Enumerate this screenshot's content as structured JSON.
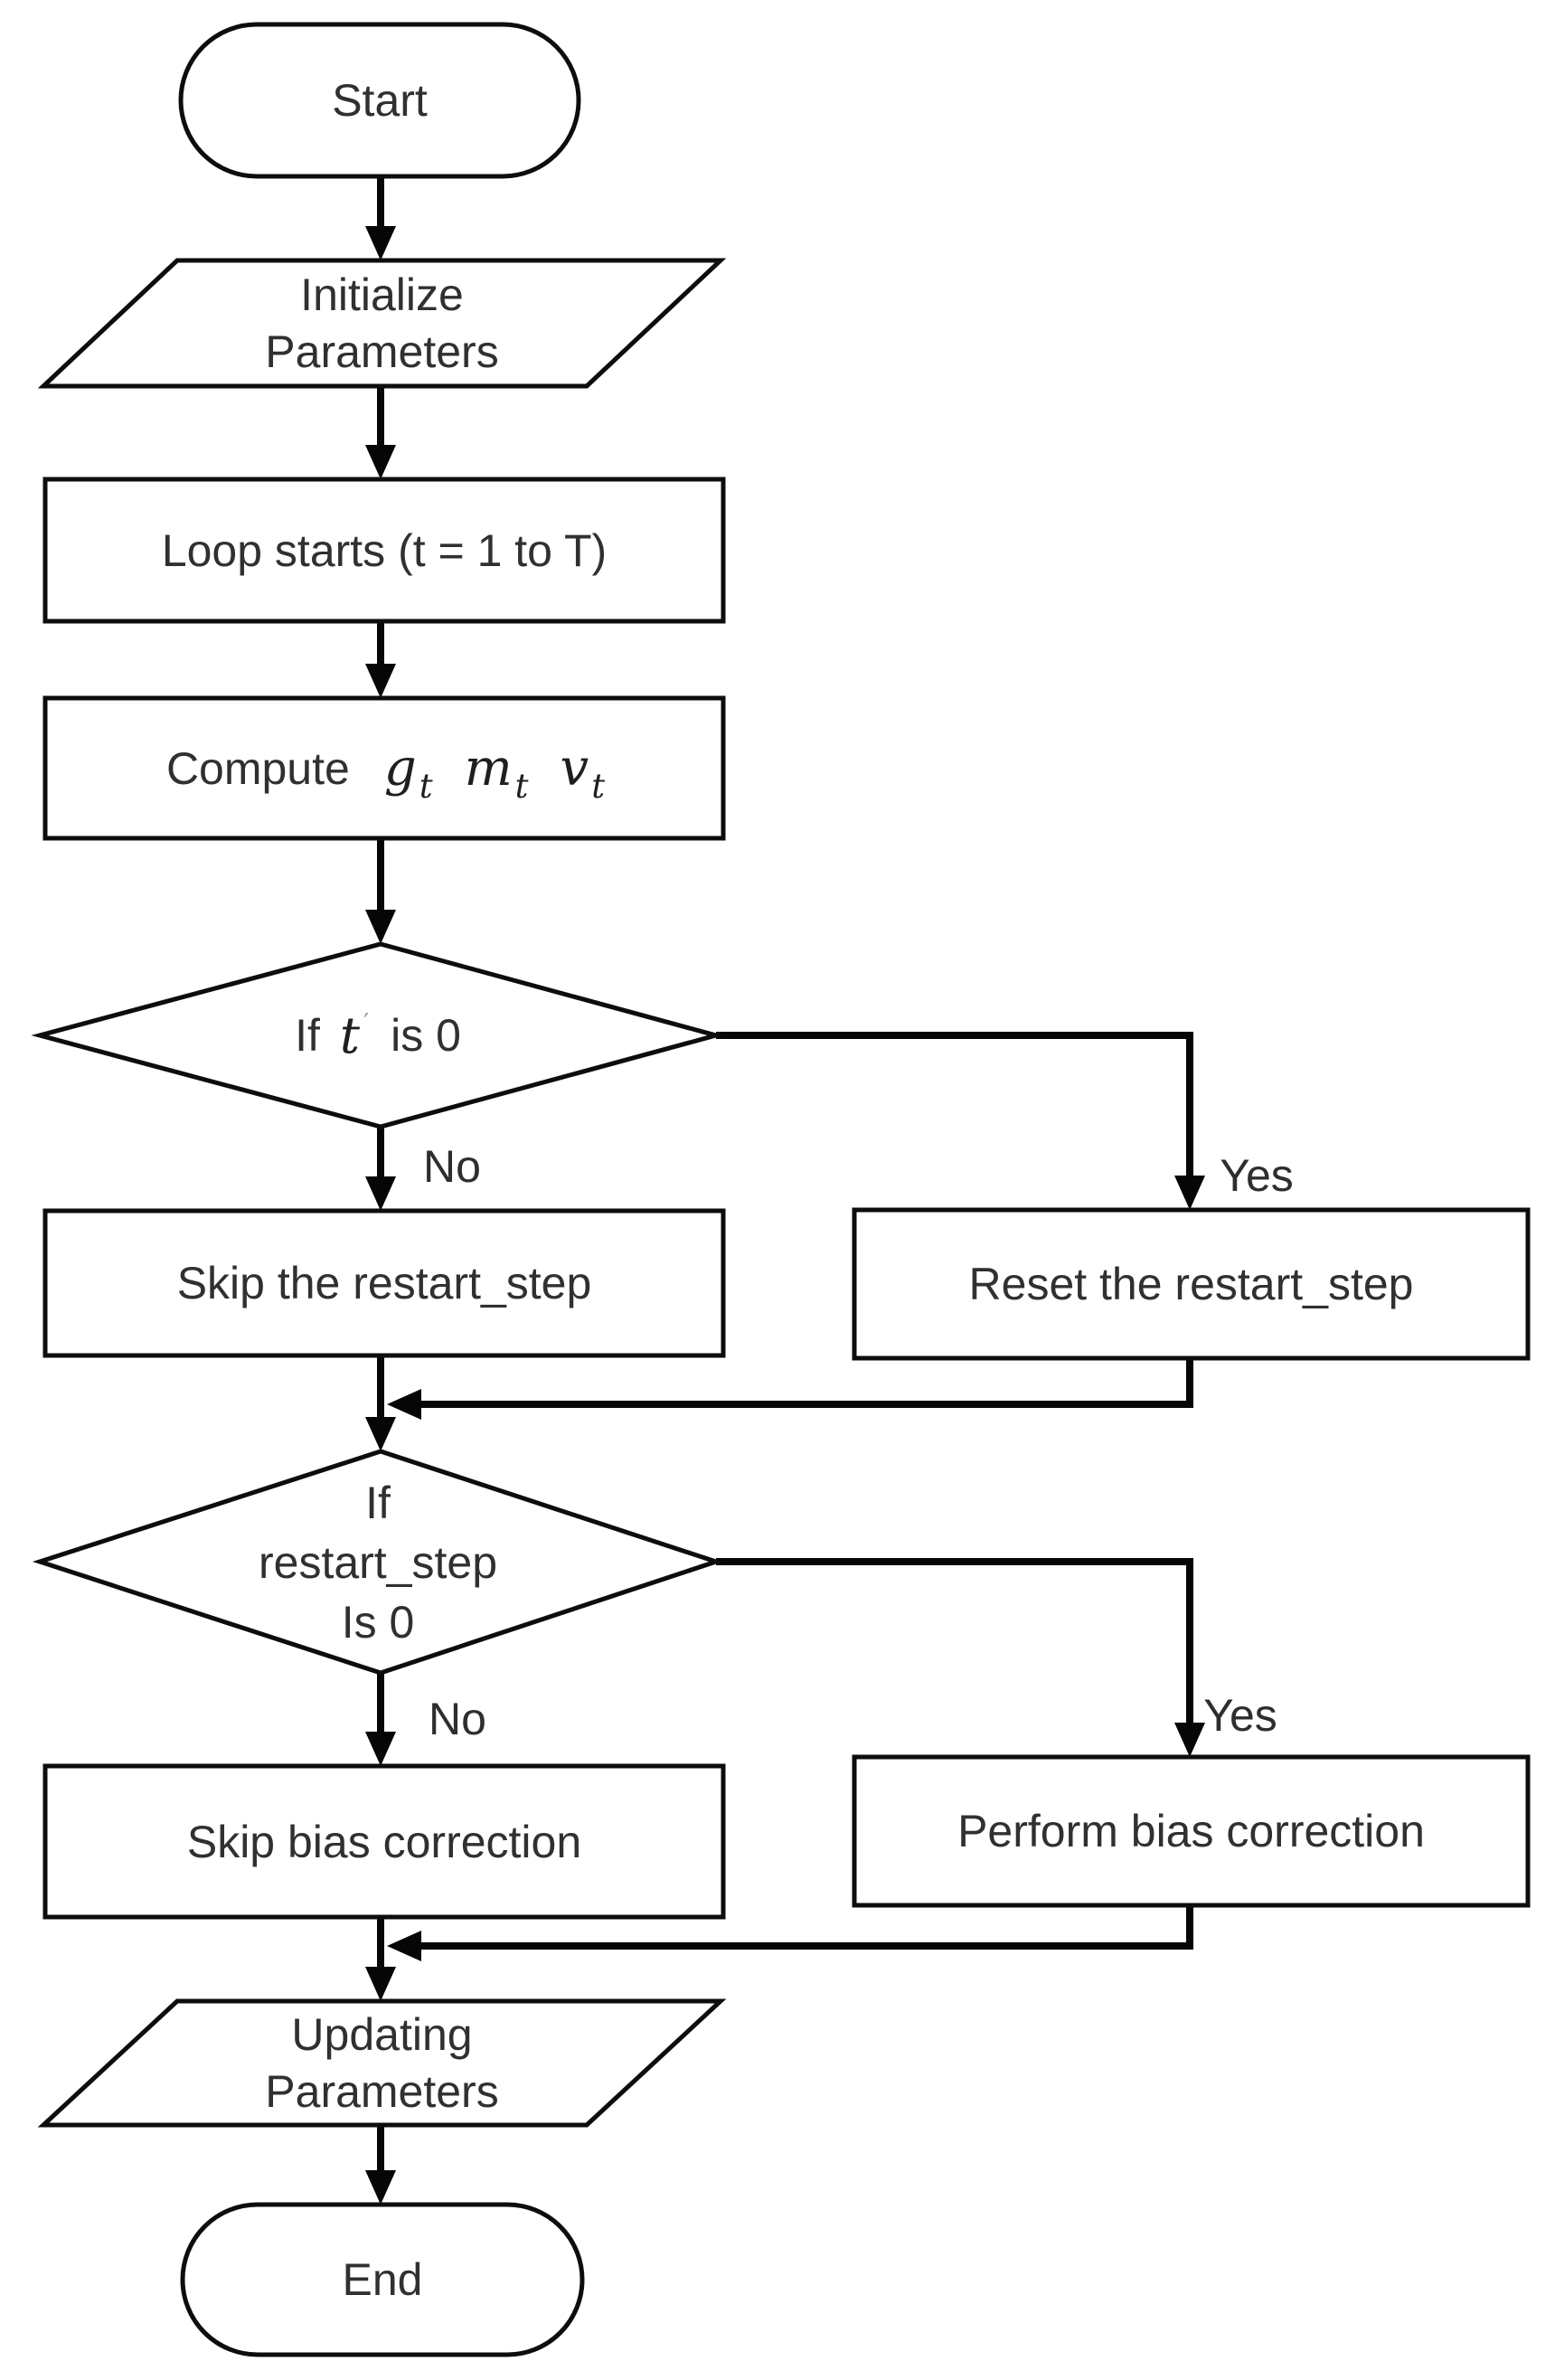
{
  "flowchart": {
    "colors": {
      "line": "#0d0d0d",
      "arrow": "#060606",
      "text": "#303030",
      "background": "#ffffff",
      "prime_mark": "#9b9b9b"
    },
    "nodes": {
      "start": {
        "label": "Start"
      },
      "initialize_parameters": {
        "lines": [
          "Initialize",
          "Parameters"
        ]
      },
      "loop_starts": {
        "label": "Loop starts (t = 1 to T)"
      },
      "compute": {
        "prefix": "Compute",
        "terms": [
          {
            "base": "g",
            "sub": "t"
          },
          {
            "base": "m",
            "sub": "t"
          },
          {
            "base": "v",
            "sub": "t"
          }
        ]
      },
      "decision_t_prime": {
        "prefix": "If",
        "variable": "t",
        "prime": "′",
        "suffix": "is 0"
      },
      "skip_restart_step": {
        "label": "Skip the restart_step"
      },
      "reset_restart_step": {
        "label": "Reset the restart_step"
      },
      "decision_restart_step": {
        "lines": [
          "If",
          "restart_step",
          "Is 0"
        ]
      },
      "skip_bias_correction": {
        "label": "Skip bias correction"
      },
      "perform_bias_correction": {
        "label": "Perform bias correction"
      },
      "updating_parameters": {
        "lines": [
          "Updating",
          "Parameters"
        ]
      },
      "end": {
        "label": "End"
      }
    },
    "edge_labels": {
      "decision1_no": "No",
      "decision1_yes": "Yes",
      "decision2_no": "No",
      "decision2_yes": "Yes"
    }
  }
}
